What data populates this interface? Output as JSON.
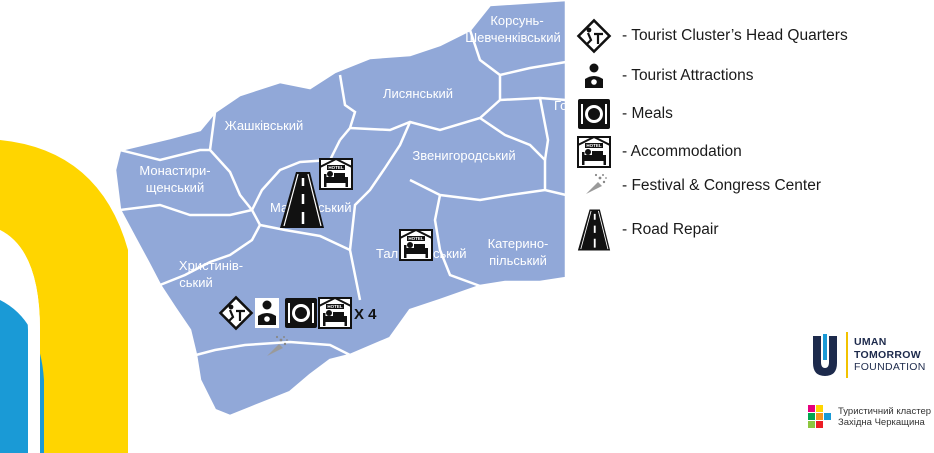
{
  "map": {
    "districts": [
      "Корсунь-",
      "Шевченківський",
      "Лисянський",
      "Жашківський",
      "Монастири-",
      "щенський",
      "Звенигородський",
      "Ма",
      "ський",
      "Христинів-",
      "ський",
      "Тал",
      "ський",
      "Катерино-",
      "пільський",
      "Го"
    ],
    "multiplier_label": "X 4",
    "hotel_sign": "HOTEL",
    "colors": {
      "land": "#91a8d8",
      "border": "#ffffff",
      "yellow": "#ffd500",
      "blue": "#1a9ad6"
    }
  },
  "legend": {
    "items": [
      {
        "icon": "tourist-hq-icon",
        "label": "- Tourist Cluster’s Head Quarters"
      },
      {
        "icon": "tourist-attraction-icon",
        "label": "- Tourist Attractions"
      },
      {
        "icon": "meals-icon",
        "label": "- Meals"
      },
      {
        "icon": "hotel-icon",
        "label": "- Accommodation"
      },
      {
        "icon": "festival-icon",
        "label": "- Festival & Congress Center"
      },
      {
        "icon": "road-icon",
        "label": "- Road Repair"
      }
    ]
  },
  "logos": {
    "uman": [
      "UMAN",
      "TOMORROW",
      "FOUNDATION"
    ],
    "cluster": [
      "Туристичний кластер",
      "Західна Черкащина"
    ]
  }
}
